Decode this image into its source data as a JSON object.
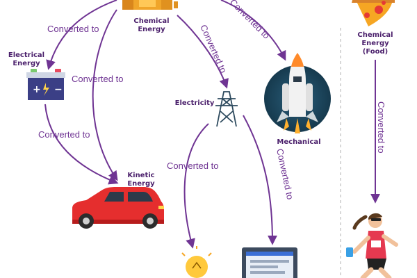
{
  "colors": {
    "arrow": "#6f3493",
    "label_text": "#6f3493",
    "node_text": "#4a1f6b",
    "divider": "#cccccc"
  },
  "nodes": {
    "chemical_energy": {
      "line1": "Chemical",
      "line2": "Energy",
      "icon": "fuel-can-icon"
    },
    "electrical_energy": {
      "line1": "Electrical",
      "line2": "Energy",
      "icon": "battery-icon"
    },
    "kinetic_energy": {
      "line1": "Kinetic",
      "line2": "Energy",
      "icon": "car-icon"
    },
    "electricity": {
      "label": "Electricity",
      "icon": "power-tower-icon"
    },
    "mechanical": {
      "label": "Mechanical",
      "icon": "rocket-icon"
    },
    "chemical_energy_food": {
      "line1": "Chemical",
      "line2": "Energy",
      "line3": "(Food)",
      "icon": "pizza-icon"
    },
    "light_bulb": {
      "icon": "light-bulb-icon"
    },
    "computer": {
      "icon": "computer-monitor-icon"
    },
    "runner": {
      "icon": "runner-icon"
    }
  },
  "edges": {
    "chem_to_electrical": "Converted to",
    "chem_to_kinetic": "Converted to",
    "electrical_to_kinetic": "Converted to",
    "chem_to_mechanical": "Converted to",
    "chem_to_electricity": "Converted to",
    "electricity_to_bulb": "Converted to",
    "electricity_to_computer": "Converted to",
    "food_to_runner": "Converted to"
  }
}
